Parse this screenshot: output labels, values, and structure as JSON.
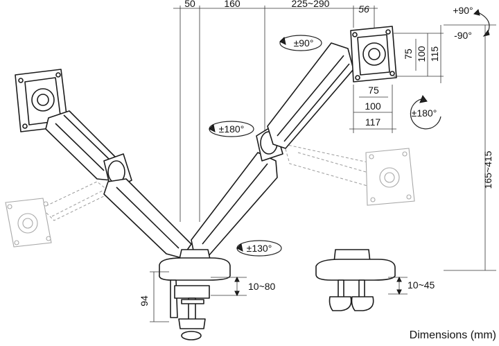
{
  "diagram": {
    "top_dims": {
      "d1": "50",
      "d2": "160",
      "d3": "225~290",
      "d4": "56"
    },
    "tilt": {
      "up": "+90°",
      "down": "-90°"
    },
    "vesa_dims": {
      "h75": "75",
      "h100": "100",
      "h115": "115",
      "w75": "75",
      "w100": "100",
      "w117": "117"
    },
    "rotations": {
      "pan": "±90°",
      "swivel_screen": "±180°",
      "swivel_arm": "±180°",
      "base": "±130°"
    },
    "height_range": "165~415",
    "clamp_dims": {
      "grommet": "10~80",
      "clamp": "10~45",
      "depth": "94"
    },
    "caption": "Dimensions (mm)"
  }
}
